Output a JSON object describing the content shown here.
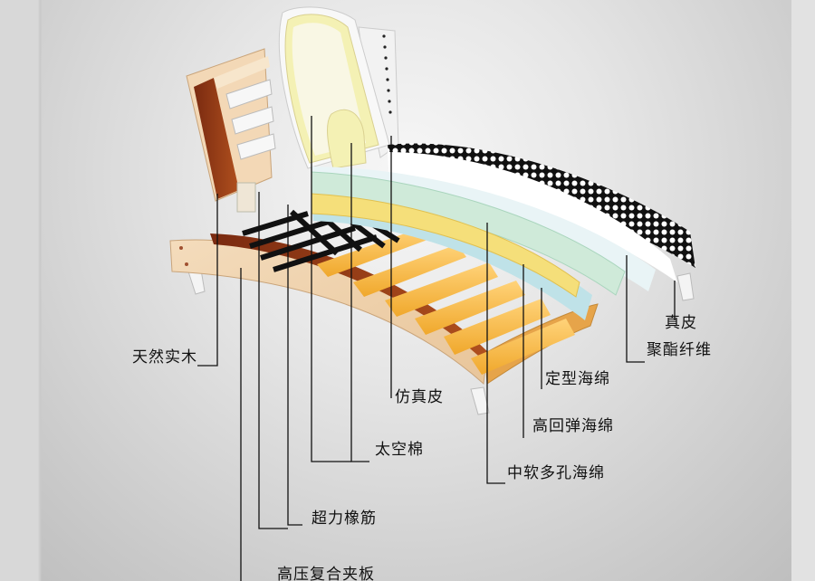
{
  "labels": {
    "genuine_leather": "真皮",
    "polyester_fiber": "聚酯纤维",
    "molded_sponge": "定型海绵",
    "high_resilience_sponge": "高回弹海绵",
    "medium_soft_porous_sponge": "中软多孔海绵",
    "faux_leather": "仿真皮",
    "space_cotton": "太空棉",
    "super_rubber_band": "超力橡筋",
    "solid_wood": "天然实木",
    "high_pressure_plywood": "高压复合夹板"
  }
}
